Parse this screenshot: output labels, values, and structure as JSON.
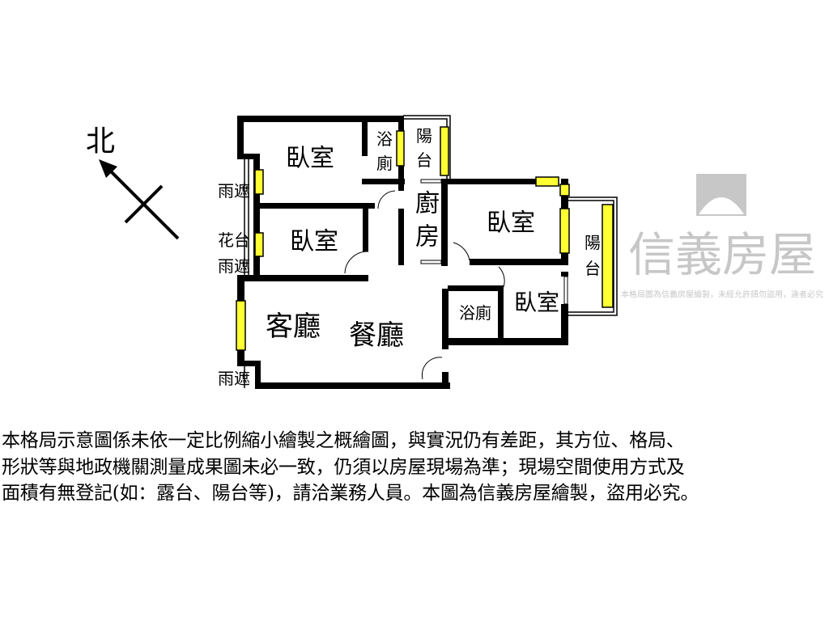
{
  "compass": {
    "north_label": "北"
  },
  "rooms": {
    "bedroom_nw": "臥室",
    "bath_n_1": "浴",
    "bath_n_2": "廁",
    "balcony_n_1": "陽",
    "balcony_n_2": "台",
    "bedroom_w": "臥室",
    "kitchen_1": "廚",
    "kitchen_2": "房",
    "bedroom_e": "臥室",
    "balcony_e_1": "陽",
    "balcony_e_2": "台",
    "bath_s": "浴廁",
    "bedroom_se": "臥室",
    "living": "客廳",
    "dining": "餐廳",
    "canopy_1": "雨遮",
    "planter": "花台",
    "canopy_2": "雨遮",
    "canopy_3": "雨遮"
  },
  "watermark": {
    "brand": "信義房屋",
    "notice": "本格局圖為信義房屋繪製，未經允許請勿盜用，違者必究"
  },
  "colors": {
    "wall": "#000000",
    "window": "#ffff33",
    "watermark": "#9a9a9a"
  },
  "disclaimer": [
    "本格局示意圖係未依一定比例縮小繪製之概繪圖，與實況仍有差距，其方位、格局、",
    "形狀等與地政機關測量成果圖未必一致，仍須以房屋現場為準；現場空間使用方式及",
    "面積有無登記(如：露台、陽台等)，請洽業務人員。本圖為信義房屋繪製，盜用必究。"
  ]
}
